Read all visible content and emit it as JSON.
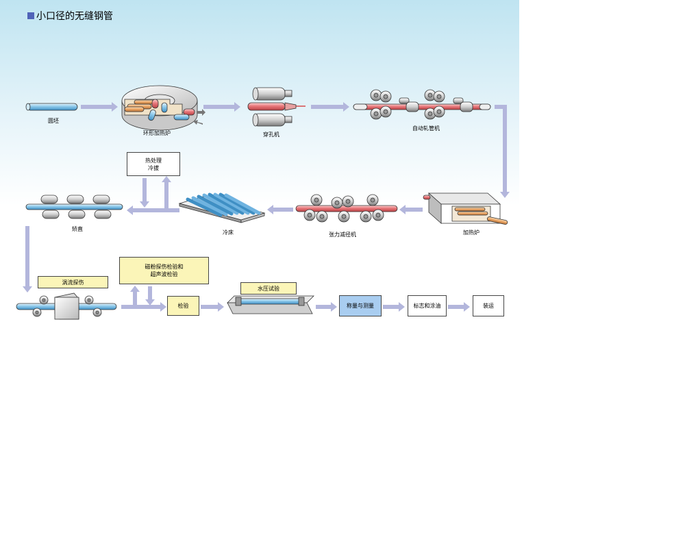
{
  "title": "小口径的无缝钢管",
  "colors": {
    "arrow": "#b3b6dc",
    "hot_pipe": "#e8777a",
    "cold_pipe": "#8cc8ea",
    "note_yellow": "#fbf5b8",
    "highlight_blue": "#a9cdf0",
    "title_square": "#4f63b8"
  },
  "stations": {
    "billet": "圆坯",
    "rotary_furnace": "环形加热炉",
    "piercer": "穿孔机",
    "plug_mill": "自动轧管机",
    "reheat_furnace": "加热炉",
    "stretch_reducer": "张力减径机",
    "cooling_bed": "冷床",
    "straightener": "矫直"
  },
  "boxes": {
    "heat_treat": "热处理\n冷拔",
    "eddy_current": "涡流探伤",
    "magnetic_ultrasonic": "磁粉探伤检验和\n超声波检验",
    "inspection": "检验",
    "hydro_test": "水压试验",
    "weigh_measure": "称量与测量",
    "marking_coating": "标志和涂油",
    "shipping": "装运"
  }
}
